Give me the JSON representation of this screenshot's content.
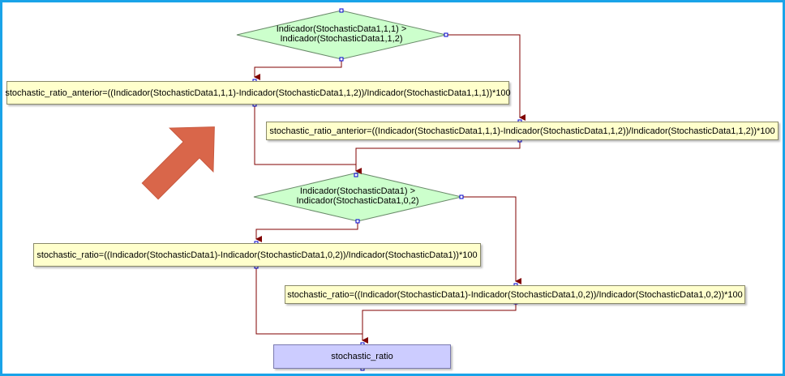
{
  "diagram": {
    "decision1": {
      "line1": "Indicador(StochasticData1,1,1) >",
      "line2": "Indicador(StochasticData1,1,2)"
    },
    "process1": "stochastic_ratio_anterior=((Indicador(StochasticData1,1,1)-Indicador(StochasticData1,1,2))/Indicador(StochasticData1,1,1))*100",
    "process2": "stochastic_ratio_anterior=((Indicador(StochasticData1,1,1)-Indicador(StochasticData1,1,2))/Indicador(StochasticData1,1,2))*100",
    "decision2": {
      "line1": "Indicador(StochasticData1) >",
      "line2": "Indicador(StochasticData1,0,2)"
    },
    "process3": "stochastic_ratio=((Indicador(StochasticData1)-Indicador(StochasticData1,0,2))/Indicador(StochasticData1))*100",
    "process4": "stochastic_ratio=((Indicador(StochasticData1)-Indicador(StochasticData1,0,2))/Indicador(StochasticData1,0,2))*100",
    "end": "stochastic_ratio"
  },
  "colors": {
    "frame": "#1aa3e8",
    "decision_fill": "#ccffcc",
    "process_fill": "#ffffcc",
    "end_fill": "#ccccff",
    "connector": "#800000",
    "port": "#0000cc",
    "big_arrow": "#d9664a"
  }
}
